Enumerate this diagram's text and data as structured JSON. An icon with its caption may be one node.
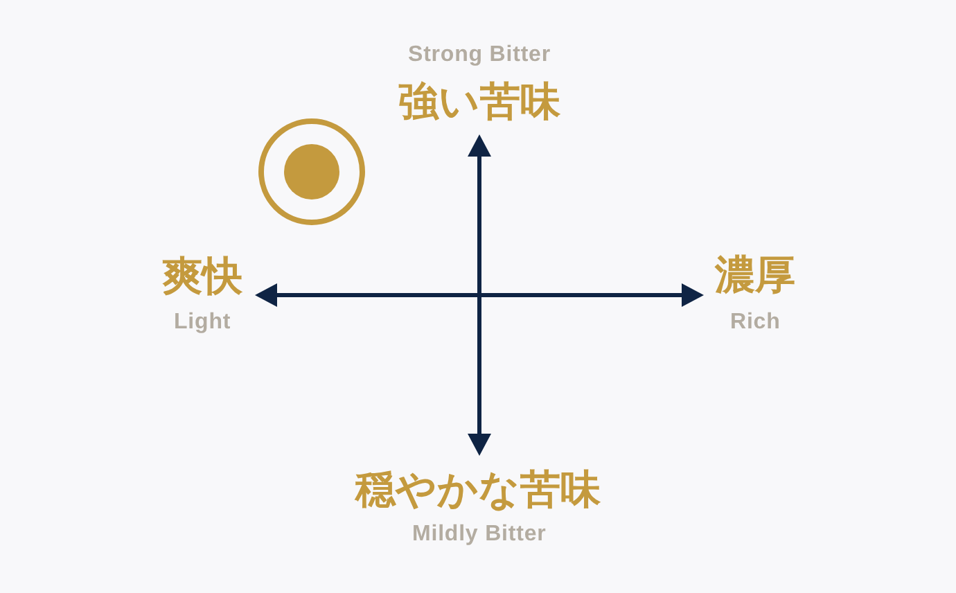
{
  "diagram": {
    "labels": [
      "Strong Bitter",
      "強い苦味",
      "爽快",
      "濃厚",
      "Light",
      "Rich",
      "穏やかな苦味",
      "Mildly Bitter"
    ]
  }
}
